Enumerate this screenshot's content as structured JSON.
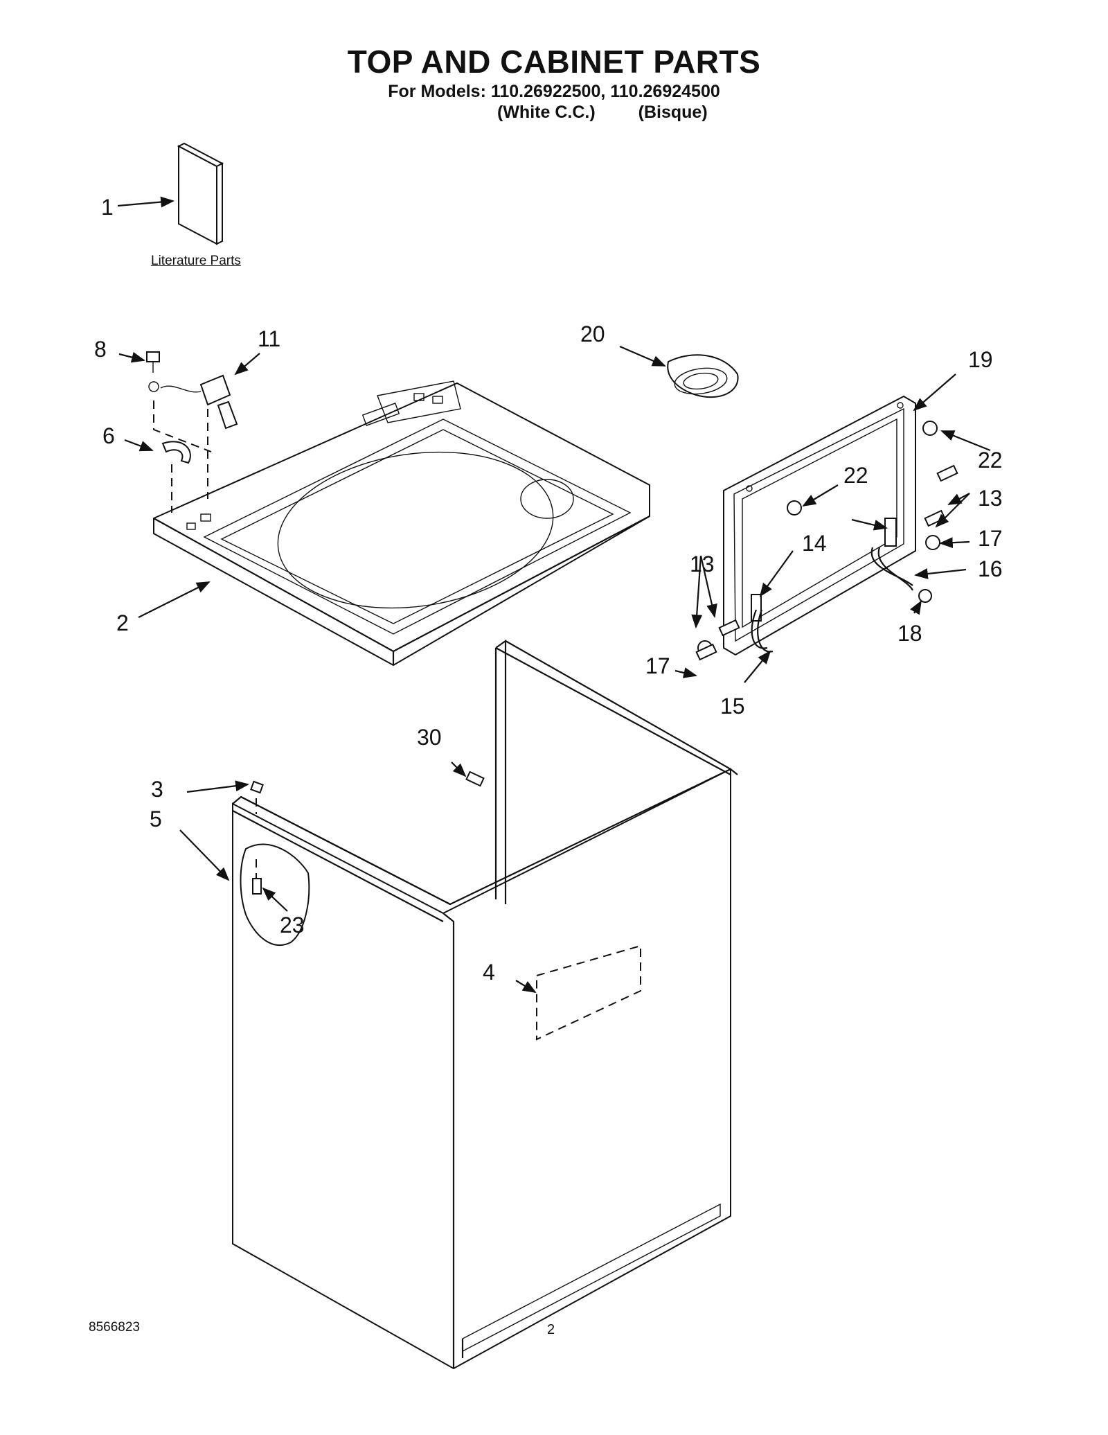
{
  "page": {
    "title": "TOP AND CABINET PARTS",
    "models_line": "For Models: 110.26922500, 110.26924500",
    "variant_1": "(White C.C.)",
    "variant_2": "(Bisque)",
    "literature_label": "Literature Parts",
    "doc_number": "8566823",
    "page_number": "2"
  },
  "callouts": {
    "c1": "1",
    "c2": "2",
    "c3": "3",
    "c4": "4",
    "c5": "5",
    "c6": "6",
    "c8": "8",
    "c11": "11",
    "c13a": "13",
    "c13b": "13",
    "c14": "14",
    "c15": "15",
    "c16": "16",
    "c17a": "17",
    "c17b": "17",
    "c18": "18",
    "c19": "19",
    "c20": "20",
    "c22a": "22",
    "c22b": "22",
    "c23": "23",
    "c30": "30"
  }
}
